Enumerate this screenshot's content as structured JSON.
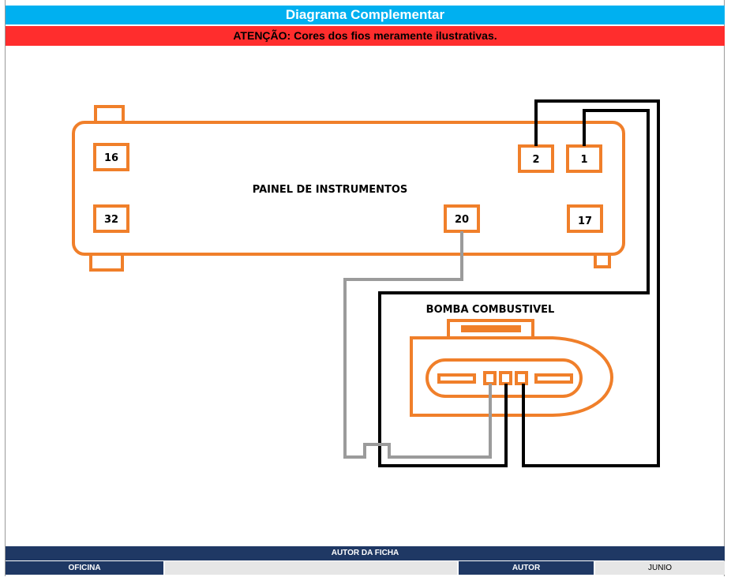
{
  "header": {
    "title": "Diagrama Complementar",
    "warning": "ATENÇÃO: Cores dos fios meramente ilustrativas."
  },
  "diagram": {
    "panel_label": "PAINEL DE INSTRUMENTOS",
    "pump_label": "BOMBA COMBUSTIVEL",
    "pins": {
      "p16": "16",
      "p32": "32",
      "p2": "2",
      "p1": "1",
      "p20": "20",
      "p17": "17"
    },
    "colors": {
      "connector": "#f07f2a",
      "wire_black": "#000000",
      "wire_gray": "#9b9b9b"
    }
  },
  "footer": {
    "title": "AUTOR DA FICHA",
    "oficina_label": "OFICINA",
    "oficina_value": "",
    "autor_label": "AUTOR",
    "autor_value": "JUNIO"
  }
}
